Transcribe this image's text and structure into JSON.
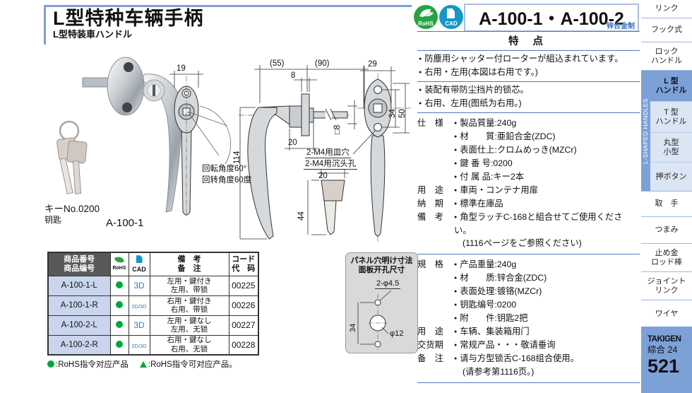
{
  "header": {
    "title": "L型特种车辆手柄",
    "subtitle": "L型特装車ハンドル",
    "product_code": "A-100-1・A-100-2",
    "material_note": "锌合金制",
    "rohs_label": "RoHS",
    "cad_label": "CAD"
  },
  "photo": {
    "key_label_jp": "キーNo.0200",
    "key_label_cn": "钥匙",
    "caption": "A-100-1"
  },
  "drawing": {
    "dim_19": "19",
    "dim_55": "(55)",
    "dim_8": "8",
    "dim_90": "(90)",
    "dim_114": "114",
    "dim_20": "20",
    "dim_sq8": "□8",
    "dim_29": "29",
    "dim_34": "34",
    "dim_50": "50",
    "key_dim_20": "20",
    "key_dim_44": "44",
    "rotation_jp": "回転角度60°",
    "rotation_cn": "回转角度60度",
    "countersink_jp": "2-M4用皿穴",
    "countersink_cn": "2-M4用沉头孔"
  },
  "panel": {
    "title_jp": "パネル穴明け寸法",
    "title_cn": "面板开孔尺寸",
    "dim_holes": "2-φ4.5",
    "dim_pitch": "34",
    "dim_center": "φ12"
  },
  "specs": {
    "features_title": "特 点",
    "features_jp": [
      "防塵用シャッター付ローターが組込まれています。",
      "右用・左用(本図は右用です。)"
    ],
    "features_cn": [
      "装配有带防尘挡片的锁芯。",
      "右用、左用(图纸为右用。)"
    ],
    "jp": {
      "spec_label": "仕　様",
      "spec_items": [
        "製品質量:240g",
        "材　　質:亜鉛合金(ZDC)",
        "表面仕上:クロムめっき(MZCr)",
        "鍵 番 号:0200",
        "付 属 品:キー2本"
      ],
      "use_label": "用　途",
      "use_item": "車両・コンテナ用扉",
      "delivery_label": "納　期",
      "delivery_item": "標準在庫品",
      "note_label": "備　考",
      "note_item": "角型ラッチC-168と組合せてご使用ください。",
      "note_cont": "(1116ページをご参照ください)"
    },
    "cn": {
      "spec_label": "規　格",
      "spec_items": [
        "产品重量:240g",
        "材　　质:锌合金(ZDC)",
        "表面处理:镀铬(MZCr)",
        "钥匙编号:0200",
        "附　　件:钥匙2把"
      ],
      "use_label": "用　途",
      "use_item": "车辆、集装箱用门",
      "delivery_label": "交货期",
      "delivery_item": "常规产品・・・敬请垂询",
      "note_label": "备　注",
      "note_item": "请与方型锁舌C-168组合使用。",
      "note_cont": "(请参考第1116页。)"
    }
  },
  "table": {
    "header": {
      "model_jp": "商品番号",
      "model_cn": "商品编号",
      "rohs": "RoHS",
      "cad": "CAD",
      "note_jp": "備　考",
      "note_cn": "备　注",
      "code_jp": "コード",
      "code_cn": "代　码"
    },
    "rows": [
      {
        "model": "A-100-1-L",
        "cad": "3D",
        "note_jp": "左用・鍵付き",
        "note_cn": "左用、带锁",
        "code": "00225"
      },
      {
        "model": "A-100-1-R",
        "cad": "2D/3D",
        "note_jp": "右用・鍵付き",
        "note_cn": "右用、带锁",
        "code": "00226"
      },
      {
        "model": "A-100-2-L",
        "cad": "3D",
        "note_jp": "左用・鍵なし",
        "note_cn": "左用、无锁",
        "code": "00227"
      },
      {
        "model": "A-100-2-R",
        "cad": "2D/3D",
        "note_jp": "右用・鍵なし",
        "note_cn": "右用、无锁",
        "code": "00228"
      }
    ],
    "legend_circle": ":RoHS指令对应产品",
    "legend_triangle": ":RoHS指令可对应产品。"
  },
  "sidebar": {
    "items": [
      {
        "l1": "リンク",
        "l2": ""
      },
      {
        "l1": "フック式",
        "l2": ""
      },
      {
        "l1": "ロック",
        "l2": "ハンドル"
      },
      {
        "l1": "L 型",
        "l2": "ハンドル"
      },
      {
        "l1": "T 型",
        "l2": "ハンドル"
      },
      {
        "l1": "丸型",
        "l2": "小型"
      },
      {
        "l1": "押ボタン",
        "l2": ""
      },
      {
        "l1": "取　手",
        "l2": ""
      },
      {
        "l1": "つまみ",
        "l2": ""
      },
      {
        "l1": "止め金",
        "l2": "ロッド棒"
      },
      {
        "l1": "ジョイント",
        "l2": "リンク"
      },
      {
        "l1": "ワイヤ",
        "l2": ""
      }
    ],
    "tab": "L-SHAPED HANDLES",
    "brand": "TAKIGEN",
    "catalog": "綜合 24",
    "page": "521"
  }
}
